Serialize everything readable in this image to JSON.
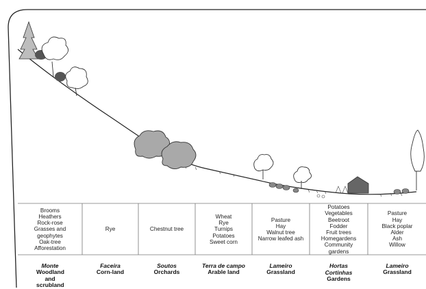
{
  "zones": [
    {
      "local": "Monte",
      "en": "Woodland and scrubland",
      "uses": [
        "Brooms",
        "Heathers",
        "Rock-rose",
        "Grasses and",
        "geophytes",
        "Oak-tree",
        "Afforestation"
      ]
    },
    {
      "local": "Faceira",
      "en": "Corn-land",
      "uses": [
        "Rye"
      ]
    },
    {
      "local": "Soutos",
      "en": "Orchards",
      "uses": [
        "Chestnut tree"
      ]
    },
    {
      "local": "Terra de campo",
      "en": "Arable land",
      "uses": [
        "Wheat",
        "Rye",
        "Turnips",
        "Potatoes",
        "Sweet corn"
      ]
    },
    {
      "local": "Lameiro",
      "en": "Grassland",
      "uses": [
        "Pasture",
        "Hay",
        "Walnut tree",
        "Narrow leafed ash"
      ]
    },
    {
      "local": "Hortas\nCortinhas",
      "en": "Gardens",
      "uses": [
        "Potatoes",
        "Vegetables",
        "Beetroot",
        "Fodder",
        "Fruit trees",
        "Homegardens",
        "Community",
        "gardens"
      ]
    },
    {
      "local": "Lameiro",
      "en": "Grassland",
      "uses": [
        "Pasture",
        "Hay",
        "Black poplar",
        "Alder",
        "Ash",
        "Willow"
      ]
    }
  ],
  "colors": {
    "line": "#222222",
    "canopy_grey": "#a9a9a9",
    "house": "#666666"
  }
}
